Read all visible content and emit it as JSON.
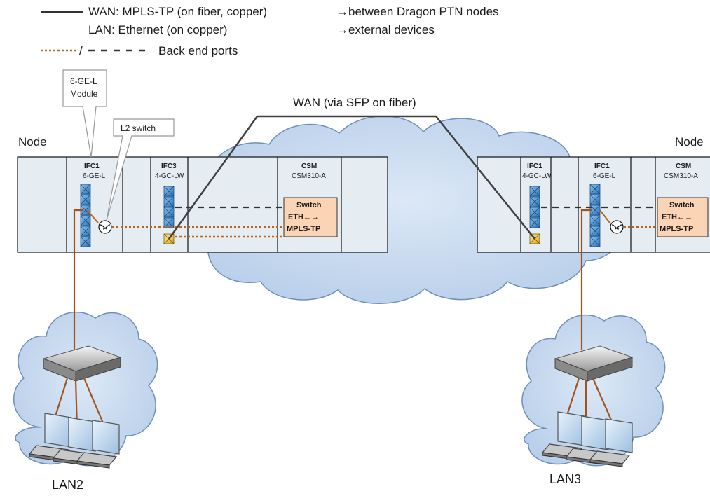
{
  "legend": {
    "wan_label": "WAN: MPLS-TP (on fiber, copper)",
    "wan_desc": "→between Dragon PTN nodes",
    "lan_label": "LAN: Ethernet  (on copper)",
    "lan_desc": "→external devices",
    "backend_sep": "/",
    "backend_label": "Back end ports"
  },
  "wan_cloud_label": "WAN (via SFP on fiber)",
  "callouts": {
    "module_line1": "6-GE-L",
    "module_line2": "Module",
    "l2switch": "L2 switch"
  },
  "left_node": {
    "label": "Node",
    "modules": [
      {
        "name": "IFC1",
        "type": "6-GE-L"
      },
      {
        "name": "IFC3",
        "type": "4-GC-LW"
      },
      {
        "name": "CSM",
        "type": "CSM310-A"
      }
    ],
    "switch_box": {
      "line1": "Switch",
      "line2": "ETH←→",
      "line3": "MPLS-TP"
    }
  },
  "right_node": {
    "label": "Node",
    "modules": [
      {
        "name": "IFC1",
        "type": "4-GC-LW"
      },
      {
        "name": "IFC1",
        "type": "6-GE-L"
      },
      {
        "name": "CSM",
        "type": "CSM310-A"
      }
    ],
    "switch_box": {
      "line1": "Switch",
      "line2": "ETH←→",
      "line3": "MPLS-TP"
    }
  },
  "lans": [
    {
      "label": "LAN2"
    },
    {
      "label": "LAN3"
    }
  ],
  "colors": {
    "cloud": "#c5d8ef",
    "cloud_edge": "#6f8fbf",
    "node_fill": "#e6edf2",
    "module_fill": "#d7e2ea",
    "port_blue": "#3e86c8",
    "port_sfp": "#f4c542",
    "copper": "#a0521f",
    "wan": "#404040",
    "switch_box": "#fbd3b5"
  }
}
